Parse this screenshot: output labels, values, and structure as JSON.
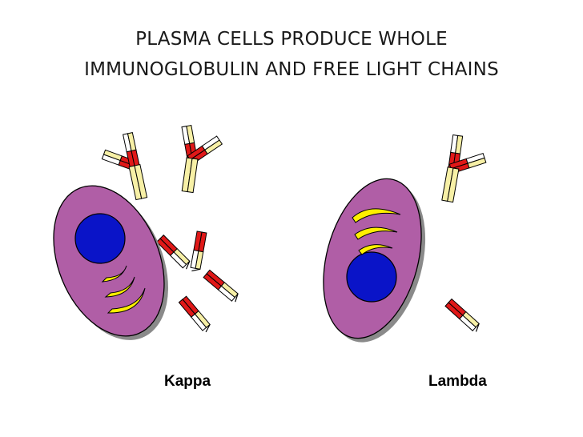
{
  "title": {
    "line1": "PLASMA CELLS PRODUCE WHOLE",
    "line2": "IMMUNOGLOBULIN AND FREE LIGHT CHAINS"
  },
  "labels": {
    "kappa": "Kappa",
    "lambda": "Lambda"
  },
  "colors": {
    "cell_body": "#b05ea6",
    "nucleus": "#0a14c8",
    "secretory_granule": "#ffef00",
    "variable_region": "#e01818",
    "constant_region": "#f7f0a6",
    "outline": "#000000"
  },
  "icons": {
    "kappa_cell": "plasma-cell",
    "lambda_cell": "plasma-cell",
    "immunoglobulin": "y-shaped-antibody",
    "free_light_chain": "light-chain-dimer"
  }
}
